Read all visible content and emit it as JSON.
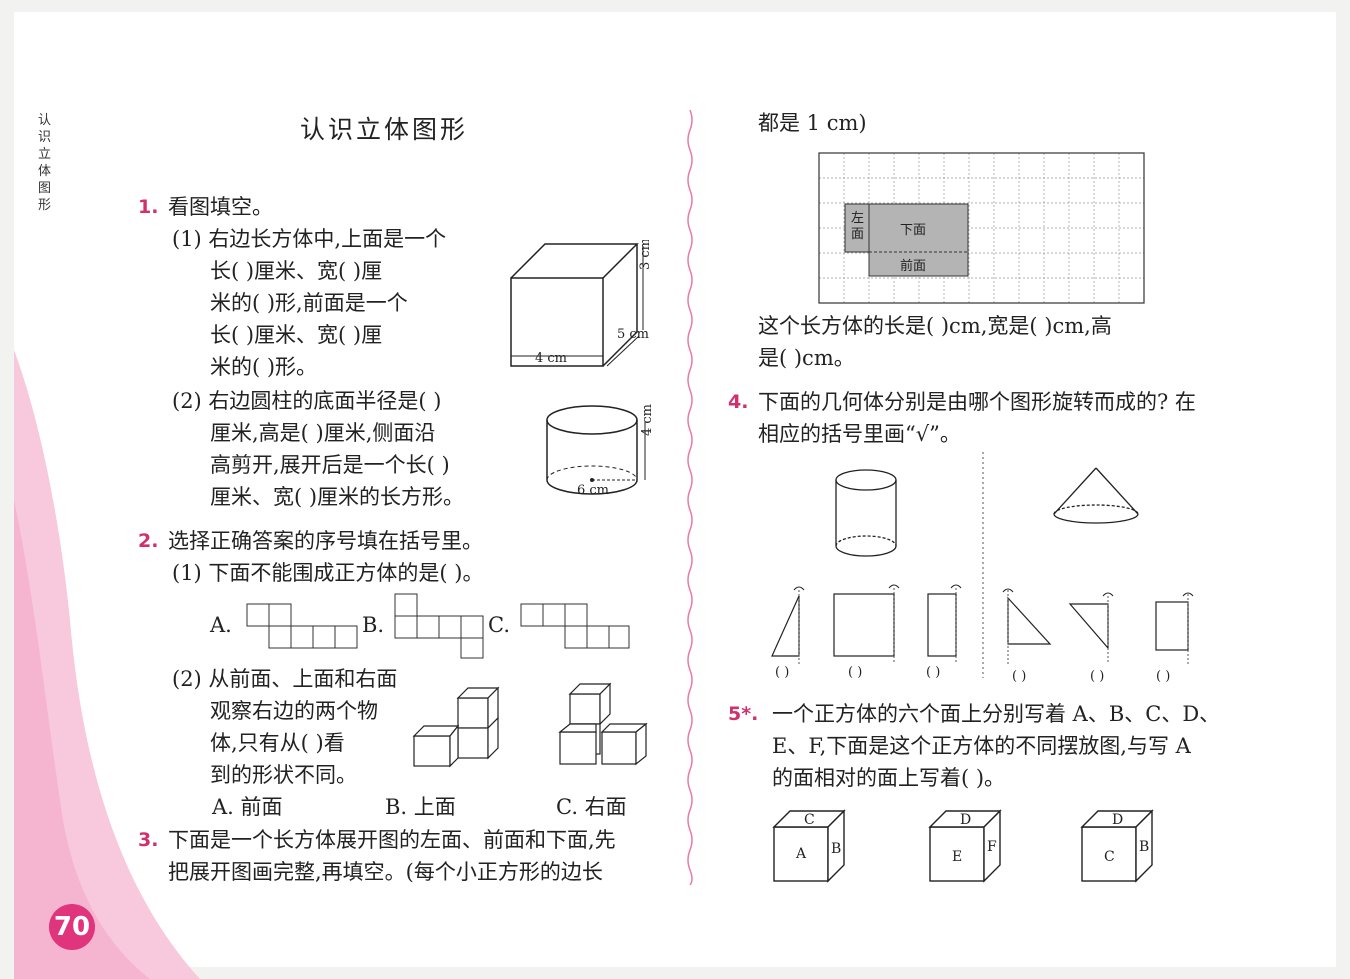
{
  "side_label": "认识立体图形",
  "title": "认识立体图形",
  "page_number": "70",
  "q1": {
    "number": "1.",
    "prompt": "看图填空。",
    "p1": [
      "(1) 右边长方体中,上面是一个",
      "长(      )厘米、宽(      )厘",
      "米的(      )形,前面是一个",
      "长(      )厘米、宽(      )厘",
      "米的(      )形。"
    ],
    "p2": [
      "(2) 右边圆柱的底面半径是(      )",
      "厘米,高是(      )厘米,侧面沿",
      "高剪开,展开后是一个长(      )",
      "厘米、宽(      )厘米的长方形。"
    ],
    "cuboid": {
      "length": "4 cm",
      "width": "5 cm",
      "height": "3 cm"
    },
    "cylinder": {
      "radius": "6 cm",
      "height": "4 cm"
    }
  },
  "q2": {
    "number": "2.",
    "prompt": "选择正确答案的序号填在括号里。",
    "p1": "(1) 下面不能围成正方体的是(      )。",
    "opts": [
      "A.",
      "B.",
      "C."
    ],
    "p2": [
      "(2) 从前面、上面和右面",
      "观察右边的两个物",
      "体,只有从(      )看",
      "到的形状不同。"
    ],
    "choices": [
      "A. 前面",
      "B. 上面",
      "C. 右面"
    ]
  },
  "q3": {
    "number": "3.",
    "lines": [
      "下面是一个长方体展开图的左面、前面和下面,先",
      "把展开图画完整,再填空。(每个小正方形的边长",
      "都是 1 cm)"
    ],
    "net": {
      "left": [
        "左",
        "面"
      ],
      "bottom": "下面",
      "front": "前面"
    },
    "answer": [
      "这个长方体的长是(      )cm,宽是(      )cm,高",
      "是(      )cm。"
    ]
  },
  "q4": {
    "number": "4.",
    "lines": [
      "下面的几何体分别是由哪个图形旋转而成的? 在",
      "相应的括号里画“√”。"
    ],
    "brackets": [
      "(    )",
      "(    )",
      "(    )",
      "(    )",
      "(    )",
      "(    )"
    ]
  },
  "q5": {
    "number": "5*.",
    "lines": [
      "一个正方体的六个面上分别写着 A、B、C、D、",
      "E、F,下面是这个正方体的不同摆放图,与写 A",
      "的面相对的面上写着(      )。"
    ],
    "cubes": [
      {
        "top": "C",
        "front": "A",
        "right": "B"
      },
      {
        "top": "D",
        "front": "E",
        "right": "F"
      },
      {
        "top": "D",
        "front": "C",
        "right": "B"
      }
    ]
  }
}
